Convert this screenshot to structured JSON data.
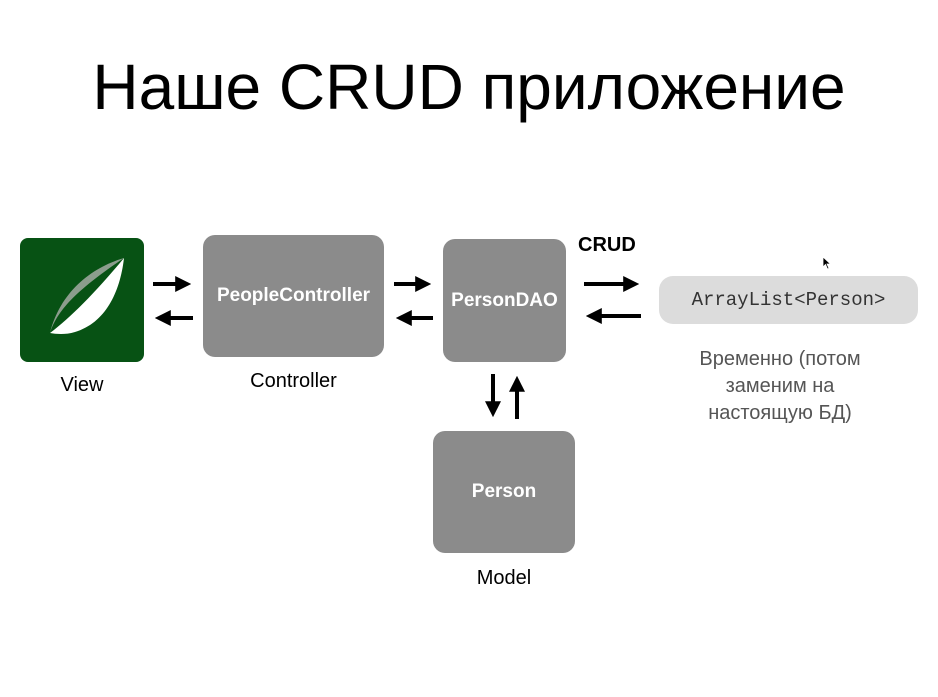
{
  "title": "Наше CRUD приложение",
  "view": {
    "caption": "View",
    "logo_icon": "spring-leaf-icon",
    "logo_bg": "#075214"
  },
  "controller": {
    "box_label": "PeopleController",
    "caption": "Controller"
  },
  "dao": {
    "box_label": "PersonDAO"
  },
  "model": {
    "box_label": "Person",
    "caption": "Model"
  },
  "storage": {
    "crud_label": "CRUD",
    "box_label": "ArrayList<Person>",
    "note_lines": [
      "Временно (потом",
      "заменим на",
      "настоящую БД)"
    ]
  },
  "colors": {
    "box": "#8b8b8b",
    "storage_box": "#dcdcdc",
    "note_text": "#555555"
  }
}
